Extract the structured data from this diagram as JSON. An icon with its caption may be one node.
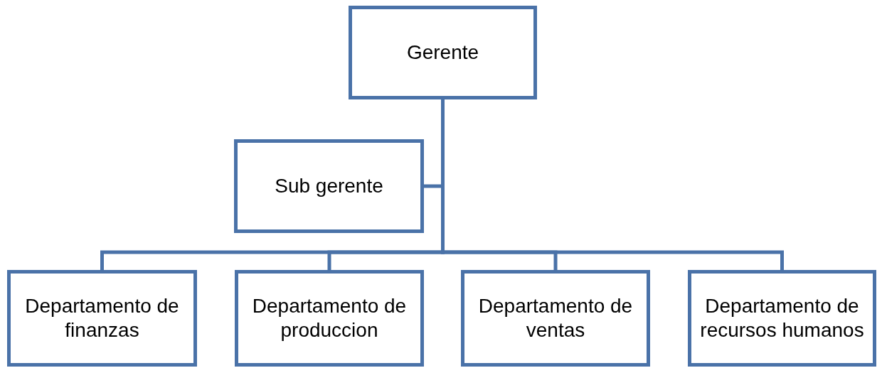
{
  "diagram": {
    "nodes": [
      {
        "text": [
          "Gerente"
        ]
      },
      {
        "text": [
          "Sub gerente"
        ]
      },
      {
        "text": [
          "Departamento de finanzas"
        ]
      },
      {
        "text": [
          "Departamento de produccion"
        ]
      },
      {
        "text": [
          "Departamento de ventas"
        ]
      },
      {
        "text": [
          "Departamento de recursos humanos"
        ]
      }
    ],
    "edges": [
      {
        "from": 0,
        "to": 1,
        "arrow": "none"
      },
      {
        "from": 0,
        "to": 2,
        "arrow": "none"
      },
      {
        "from": 0,
        "to": 3,
        "arrow": "none"
      },
      {
        "from": 0,
        "to": 4,
        "arrow": "none"
      },
      {
        "from": 0,
        "to": 5,
        "arrow": "none"
      }
    ]
  }
}
